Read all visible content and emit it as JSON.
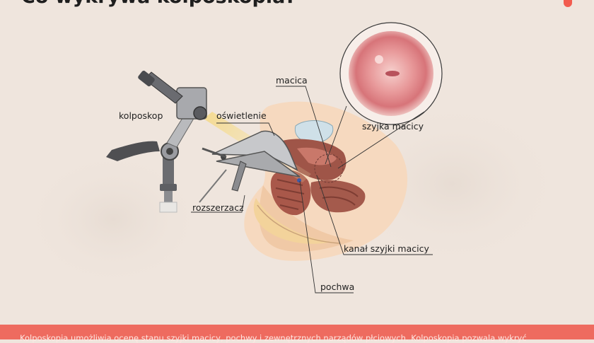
{
  "header": {
    "title": "Co wykrywa kolposkopia?"
  },
  "labels": {
    "kolposkop": "kolposkop",
    "oswietlenie": "oświetlenie",
    "macica": "macica",
    "szyjka": "szyjka macicy",
    "rozszerzacz": "rozszerzacz",
    "kanal": "kanał szyjki macicy",
    "pochwa": "pochwa"
  },
  "footer": {
    "text": "Kolposkopia umożliwia ocenę stanu szyjki macicy, pochwy i zewnętrznych narządów płciowych. Kolposkopia pozwala wykryć"
  },
  "colors": {
    "background": "#efe5dd",
    "accent": "#f25c4f",
    "footer": "#ee6b5f",
    "tissue": "#f6d9bf",
    "muscle": "#b05a4b"
  }
}
